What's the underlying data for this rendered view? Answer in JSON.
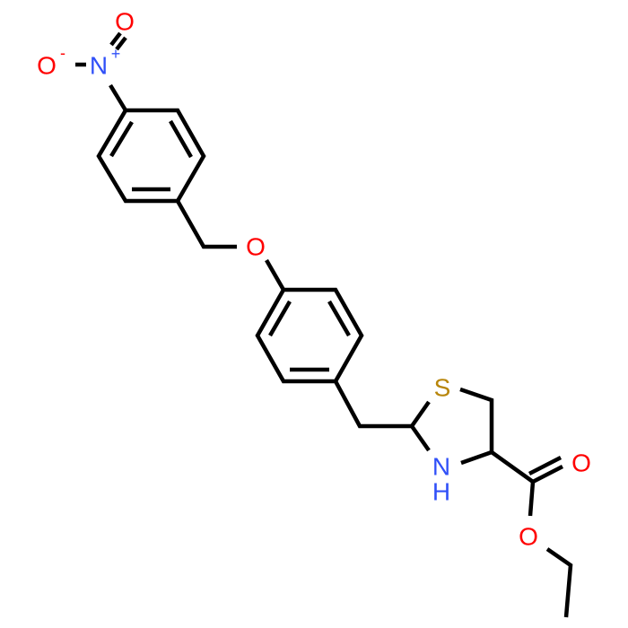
{
  "molecule": {
    "atoms": {
      "nitro_o_double": "O",
      "nitro_n": "N",
      "nitro_n_charge": "+",
      "nitro_o_minus": "O",
      "nitro_o_charge": "-",
      "ether_o": "O",
      "sulfur": "S",
      "amine_n": "N",
      "amine_h": "H",
      "carbonyl_o": "O",
      "ester_o": "O"
    },
    "colors": {
      "oxygen": "#ff0000",
      "nitrogen": "#3050f8",
      "sulfur": "#b8860b",
      "bond": "#000000"
    }
  }
}
